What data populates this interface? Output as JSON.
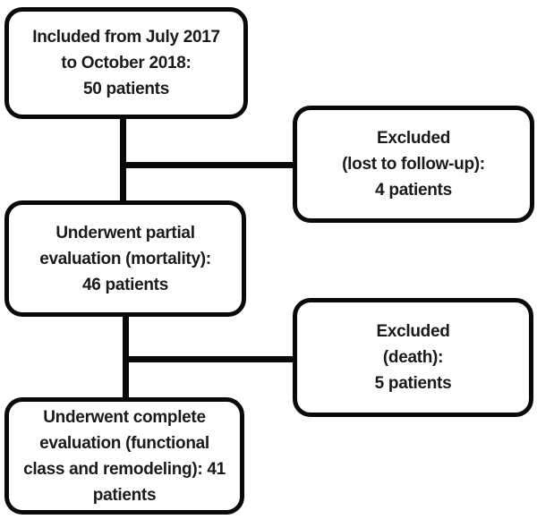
{
  "diagram": {
    "type": "patient-flow-chart",
    "colors": {
      "border": "#0a0a0a",
      "line": "#0a0a0a",
      "background": "#ffffff",
      "text": "#1a1a1a"
    },
    "boxes": [
      {
        "id": "included",
        "lines": [
          "Included from July 2017",
          "to October 2018:",
          "50 patients"
        ]
      },
      {
        "id": "excluded-followup",
        "lines": [
          "Excluded",
          "(lost to follow-up):",
          "4 patients"
        ]
      },
      {
        "id": "partial-evaluation",
        "lines": [
          "Underwent partial",
          "evaluation (mortality):",
          "46 patients"
        ]
      },
      {
        "id": "excluded-death",
        "lines": [
          "Excluded",
          "(death):",
          "5 patients"
        ]
      },
      {
        "id": "complete-evaluation",
        "lines": [
          "Underwent complete",
          "evaluation (functional",
          "class and remodeling): 41",
          "patients"
        ]
      }
    ],
    "connections": [
      {
        "from": "included",
        "to": "partial-evaluation"
      },
      {
        "from": "included",
        "to": "excluded-followup"
      },
      {
        "from": "partial-evaluation",
        "to": "complete-evaluation"
      },
      {
        "from": "partial-evaluation",
        "to": "excluded-death"
      }
    ]
  }
}
